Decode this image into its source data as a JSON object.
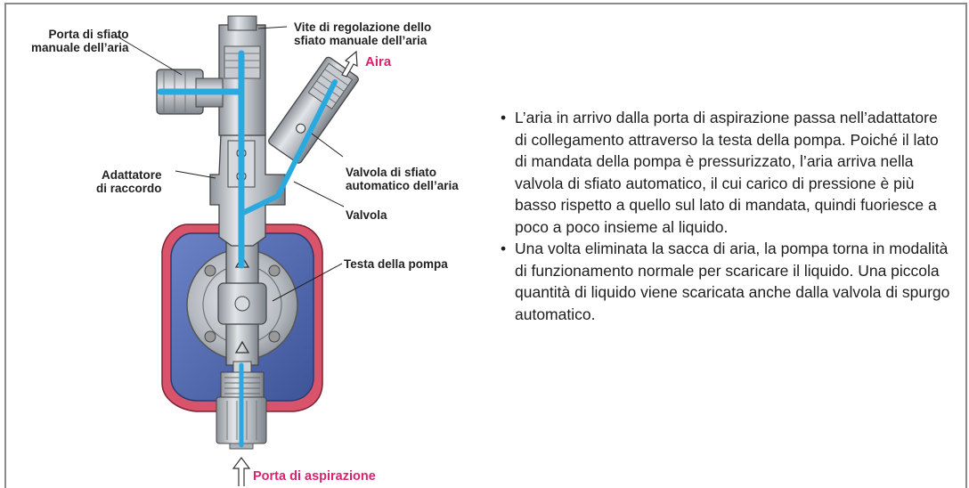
{
  "labels": {
    "manual_port": "Porta di sfiato\nmanuale dell’aria",
    "adjust_screw": "Vite di regolazione dello\nsfiato manuale dell’aria",
    "air": "Aira",
    "adapter": "Adattatore\ndi raccordo",
    "auto_valve": "Valvola di sfiato\nautomatico dell’aria",
    "valve": "Valvola",
    "pump_head": "Testa della pompa",
    "suction_port": "Porta di aspirazione"
  },
  "bullets": [
    "L’aria in arrivo dalla porta di aspirazione passa nell’adattatore di collegamento attraverso la testa della pompa. Poiché il lato di mandata della pompa è pressurizzato, l’aria arriva nella valvola di sfiato automatico, il cui carico di pressione è più basso rispetto a quello sul lato di mandata, quindi fuoriesce a poco a poco insieme al liquido.",
    "Una volta eliminata la sacca di aria, la pompa torna in modalità di funzionamento normale per scaricare il liquido. Una piccola quantità di liquido viene scaricata anche dalla valvola di spurgo automatico."
  ],
  "colors": {
    "accent": "#d6246e",
    "pump_red": "#d9546a",
    "pump_blue": "#4f68b0",
    "liquid": "#2aa9e0",
    "metal": "#b9bec4"
  }
}
